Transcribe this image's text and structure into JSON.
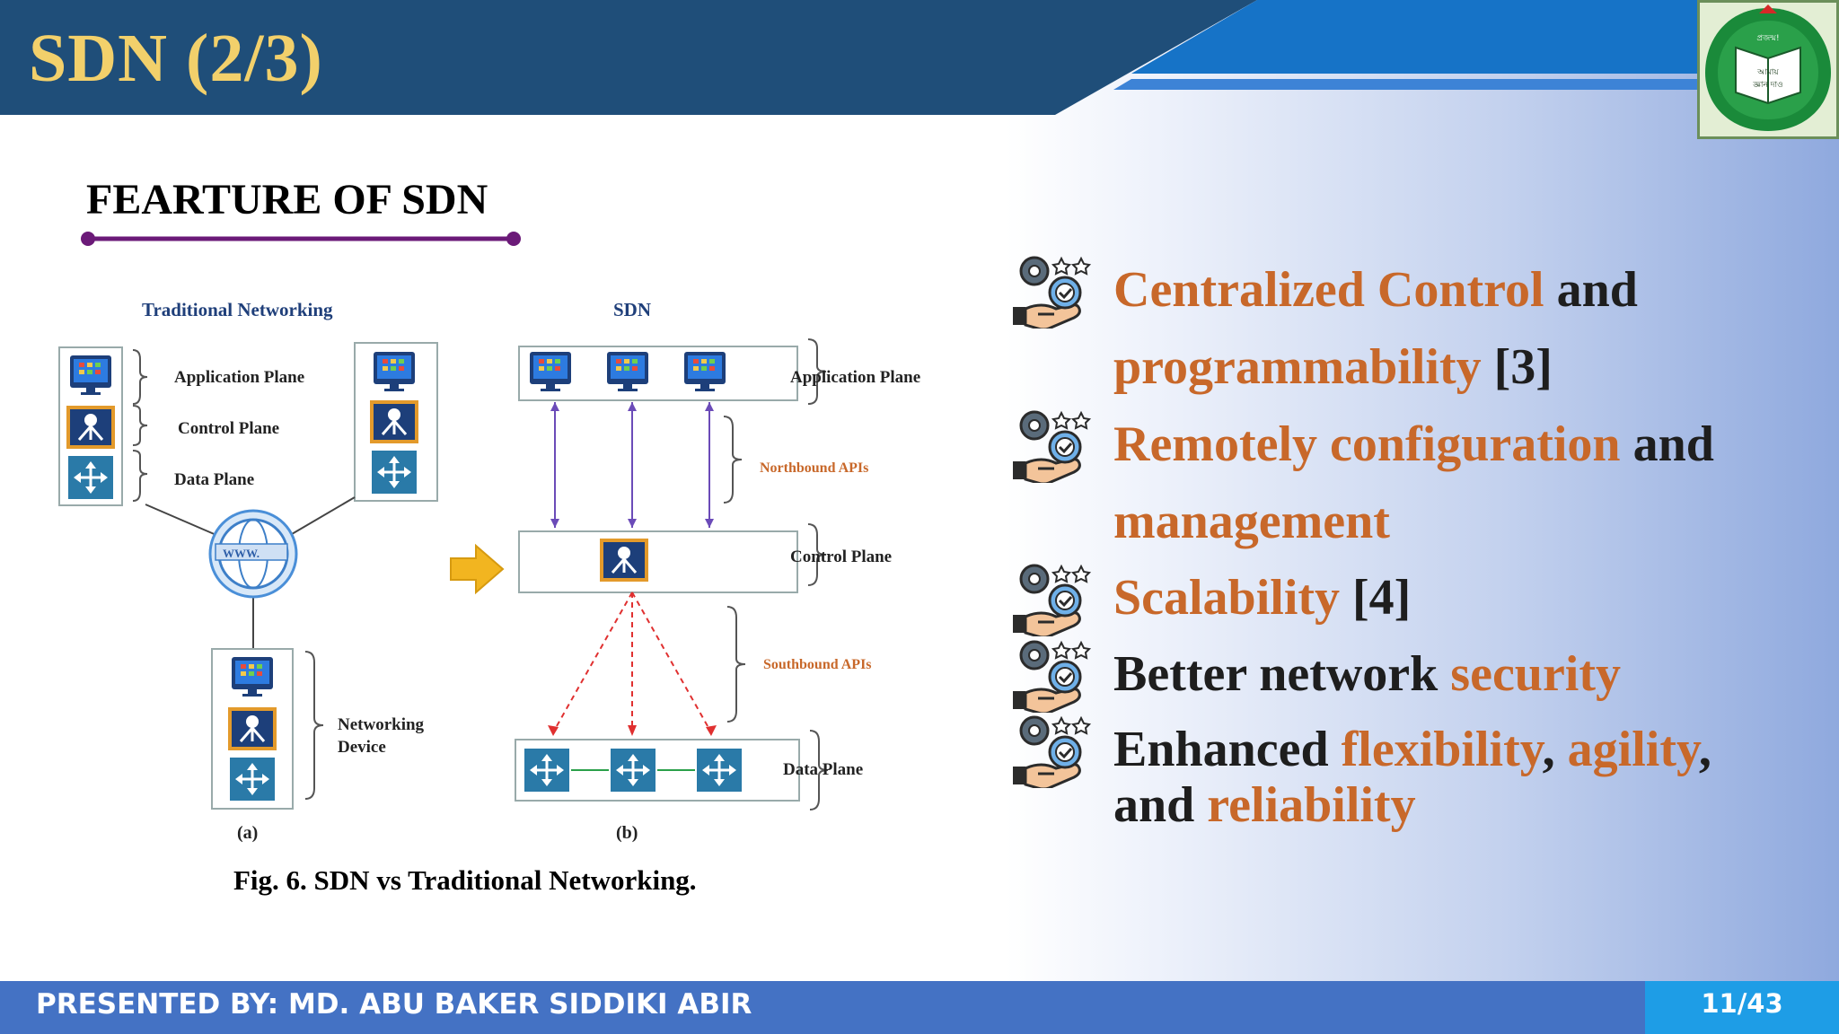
{
  "slide": {
    "title": "SDN (2/3)",
    "feature_heading": "FEARTURE OF SDN",
    "logo_text": [
      "প্রজন্ম!",
      "আমায়",
      "জ্ঞান দাও"
    ]
  },
  "figure": {
    "left_title": "Traditional Networking",
    "right_title": "SDN",
    "left_labels": {
      "application_plane": "Application Plane",
      "control_plane": "Control Plane",
      "data_plane": "Data Plane",
      "networking": "Networking",
      "device": "Device",
      "www": "WWW.",
      "sub_a": "(a)"
    },
    "right_labels": {
      "application_plane": "Application Plane",
      "northbound": "Northbound APIs",
      "control_plane": "Control Plane",
      "southbound": "Southbound APIs",
      "data_plane": "Data Plane",
      "sub_b": "(b)"
    },
    "caption": "Fig. 6. SDN vs Traditional Networking."
  },
  "bullets": [
    {
      "parts": [
        [
          "Centralized Control",
          true
        ],
        [
          " and",
          false
        ]
      ]
    },
    {
      "parts": [
        [
          "programmability",
          true
        ],
        [
          " [3]",
          false
        ]
      ]
    },
    {
      "parts": [
        [
          "Remotely configuration",
          true
        ],
        [
          " and",
          false
        ]
      ]
    },
    {
      "parts": [
        [
          "management",
          true
        ]
      ]
    },
    {
      "parts": [
        [
          "Scalability",
          true
        ],
        [
          " [4]",
          false
        ]
      ]
    },
    {
      "parts": [
        [
          "Better network ",
          false
        ],
        [
          "security",
          true
        ]
      ]
    },
    {
      "parts": [
        [
          "Enhanced ",
          false
        ],
        [
          "flexibility",
          true
        ],
        [
          ", ",
          false
        ],
        [
          "agility",
          true
        ],
        [
          ",",
          false
        ]
      ]
    },
    {
      "parts": [
        [
          "and ",
          false
        ],
        [
          "reliability",
          true
        ]
      ]
    }
  ],
  "footer": {
    "presenter": "PRESENTED BY: MD. ABU BAKER SIDDIKI ABIR",
    "page": "11/43"
  },
  "colors": {
    "header_navy": "#1f4e79",
    "title_gold": "#f2d06b",
    "highlight_orange": "#c8682a",
    "footer_blue": "#4472c4",
    "page_box": "#1e9de6",
    "rule_purple": "#6b1a78"
  }
}
